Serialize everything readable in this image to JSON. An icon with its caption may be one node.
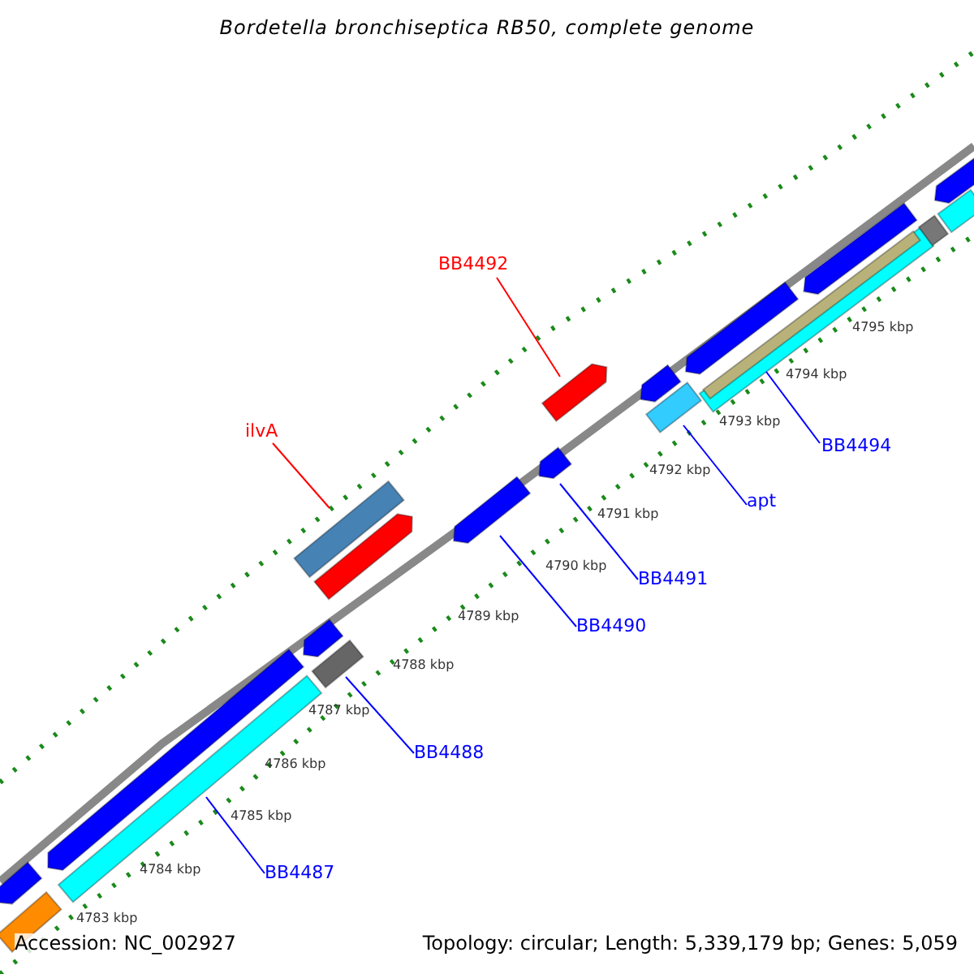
{
  "diagram": {
    "title": "Bordetella bronchiseptica RB50, complete genome",
    "nodes": [
      {
        "text": [
          "BB4492"
        ]
      },
      {
        "text": [
          "ilvA"
        ]
      },
      {
        "text": [
          "BB4494"
        ]
      },
      {
        "text": [
          "apt"
        ]
      },
      {
        "text": [
          "BB4491"
        ]
      },
      {
        "text": [
          "BB4490"
        ]
      },
      {
        "text": [
          "BB4488"
        ]
      },
      {
        "text": [
          "BB4487"
        ]
      },
      {
        "text": [],
        "shape": "bar"
      },
      {
        "text": [],
        "shape": "bar"
      },
      {
        "text": [],
        "shape": "bar"
      },
      {
        "text": [],
        "shape": "bar"
      },
      {
        "text": [],
        "shape": "bar"
      },
      {
        "text": [],
        "shape": "bar"
      },
      {
        "text": [],
        "shape": "bar"
      },
      {
        "text": [],
        "shape": "bar"
      }
    ],
    "edges": [
      {
        "from": 0,
        "to": 8,
        "arrow": "none",
        "color": "#ff0000"
      },
      {
        "from": 1,
        "to": 11,
        "arrow": "none",
        "color": "#ff0000"
      },
      {
        "from": 2,
        "to": 9,
        "arrow": "none"
      },
      {
        "from": 3,
        "to": 10,
        "arrow": "none"
      },
      {
        "from": 4,
        "to": 12,
        "arrow": "none"
      },
      {
        "from": 5,
        "to": 13,
        "arrow": "none"
      },
      {
        "from": 6,
        "to": 14,
        "arrow": "none"
      },
      {
        "from": 7,
        "to": 15,
        "arrow": "none"
      }
    ],
    "labels": [
      "4795 kbp",
      "4794 kbp",
      "4793 kbp",
      "4792 kbp",
      "4791 kbp",
      "4790 kbp",
      "4789 kbp",
      "4788 kbp",
      "4787 kbp",
      "4786 kbp",
      "4785 kbp",
      "4784 kbp",
      "4783 kbp",
      "Accession: NC_002927",
      "Topology: circular; Length: 5,339,179 bp; Genes: 5,059"
    ]
  }
}
